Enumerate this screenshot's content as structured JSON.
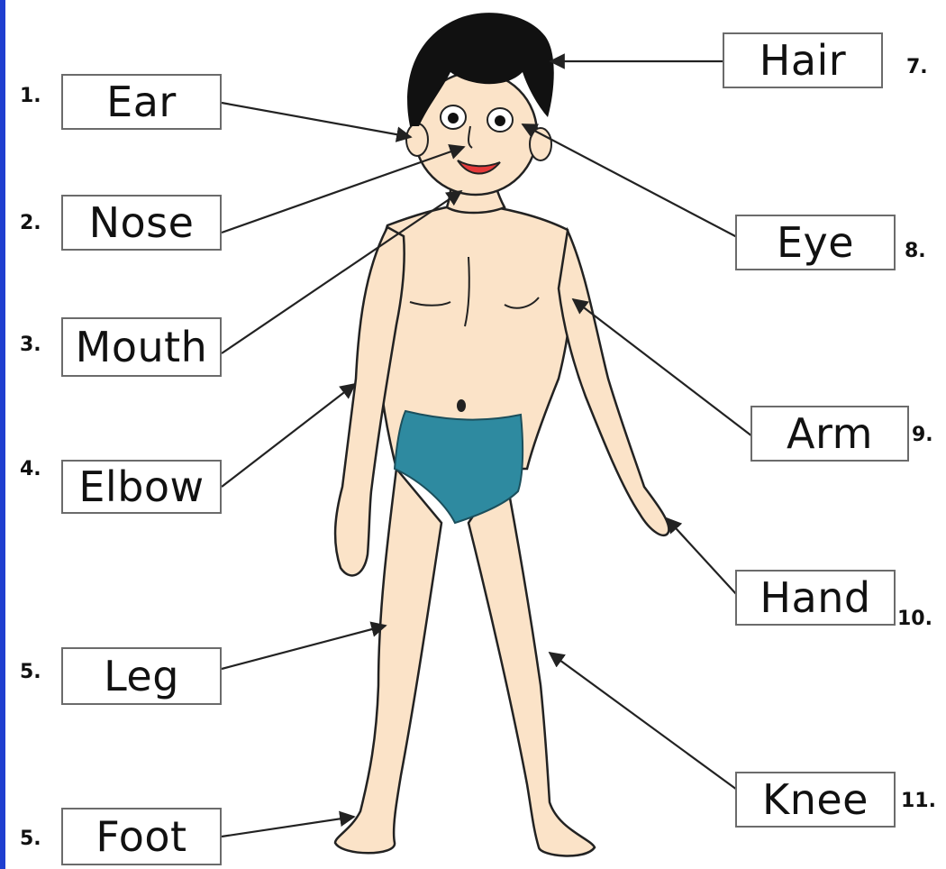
{
  "labels_left": [
    {
      "num": "1.",
      "text": "Ear"
    },
    {
      "num": "2.",
      "text": "Nose"
    },
    {
      "num": "3.",
      "text": "Mouth"
    },
    {
      "num": "4.",
      "text": "Elbow"
    },
    {
      "num": "5.",
      "text": "Leg"
    },
    {
      "num": "5.",
      "text": "Foot"
    }
  ],
  "labels_right": [
    {
      "num": "7.",
      "text": "Hair"
    },
    {
      "num": "8.",
      "text": "Eye"
    },
    {
      "num": "9.",
      "text": "Arm"
    },
    {
      "num": "10.",
      "text": "Hand"
    },
    {
      "num": "11.",
      "text": "Knee"
    }
  ],
  "colors": {
    "skin": "#fbe3c8",
    "hair": "#111111",
    "briefs": "#2e8aa0",
    "outline": "#222222",
    "box_border": "#6b6b6b",
    "left_strip": "#1f3fd0"
  }
}
